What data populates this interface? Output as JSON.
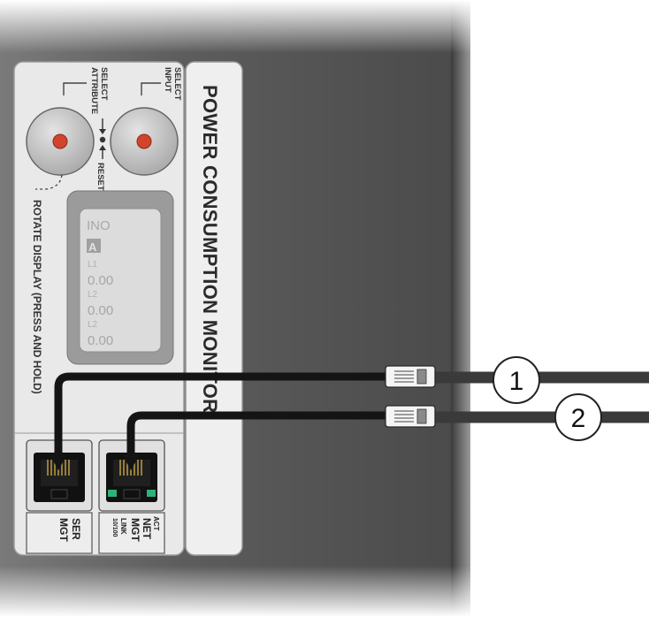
{
  "panel_title": "POWER CONSUMPTION MONITOR",
  "select_attribute_label": [
    "SELECT",
    "ATTRIBUTE"
  ],
  "select_input_label": [
    "SELECT",
    "INPUT"
  ],
  "reset_label": "RESET",
  "rotate_display_label": "ROTATE DISPLAY (PRESS AND HOLD)",
  "lcd": {
    "header": "INO",
    "selected_indicator": "A",
    "rows": [
      {
        "label": "L1",
        "value": "0.00"
      },
      {
        "label": "L2",
        "value": "0.00"
      },
      {
        "label": "L2",
        "value": "0.00"
      }
    ]
  },
  "ports": {
    "serial": {
      "label": [
        "SER",
        "MGT"
      ]
    },
    "network": {
      "label": [
        "NET",
        "MGT"
      ],
      "act_label": "ACT",
      "link_label": [
        "LINK",
        "10/100"
      ]
    }
  },
  "callouts": [
    "1",
    "2"
  ],
  "colors": {
    "chassis": "#545454",
    "panel": "#e8e8e8",
    "knob": "#c4c4c4",
    "knob_led": "#d2442c",
    "cable": "#141414",
    "port_led": "#2db27a"
  }
}
